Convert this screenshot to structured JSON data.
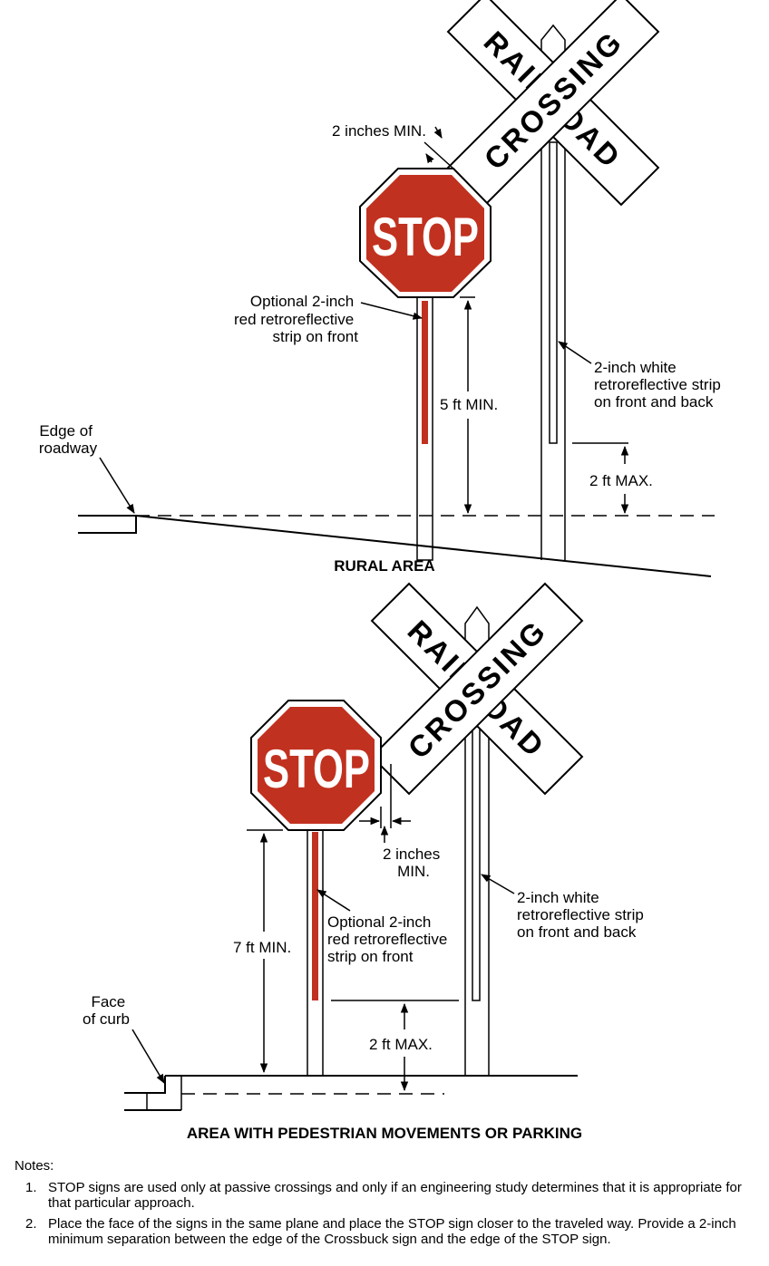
{
  "signs": {
    "stop_text": "STOP",
    "crossbuck_word_1": "RAILROAD",
    "crossbuck_word_2": "CROSSING"
  },
  "rural": {
    "title": "RURAL AREA",
    "sep_label": "2 inches MIN.",
    "red_strip_lines": [
      "Optional 2-inch",
      "red retroreflective",
      "strip on front"
    ],
    "white_strip_lines": [
      "2-inch white",
      "retroreflective strip",
      "on front and back"
    ],
    "stop_height_label": "5 ft MIN.",
    "crossbuck_gap_label": "2 ft MAX.",
    "edge_lines": [
      "Edge of",
      "roadway"
    ]
  },
  "urban": {
    "title": "AREA WITH PEDESTRIAN MOVEMENTS OR PARKING",
    "sep_lines": [
      "2 inches",
      "MIN."
    ],
    "red_strip_lines": [
      "Optional 2-inch",
      "red retroreflective",
      "strip on front"
    ],
    "white_strip_lines": [
      "2-inch white",
      "retroreflective strip",
      "on front and back"
    ],
    "stop_height_label": "7 ft MIN.",
    "crossbuck_gap_label": "2 ft MAX.",
    "curb_lines": [
      "Face",
      "of curb"
    ]
  },
  "notes": {
    "title": "Notes:",
    "items": [
      {
        "num": "1.",
        "text": "STOP signs are used only at passive crossings and only if an engineering study determines that it is appropriate for that particular approach."
      },
      {
        "num": "2.",
        "text": "Place the face of the signs in the same plane and place the STOP sign closer to the traveled way. Provide a 2-inch minimum separation between the edge of the Crossbuck sign and the edge of the STOP sign."
      }
    ]
  },
  "colors": {
    "stop_red": "#c1311f",
    "line": "#000000"
  }
}
